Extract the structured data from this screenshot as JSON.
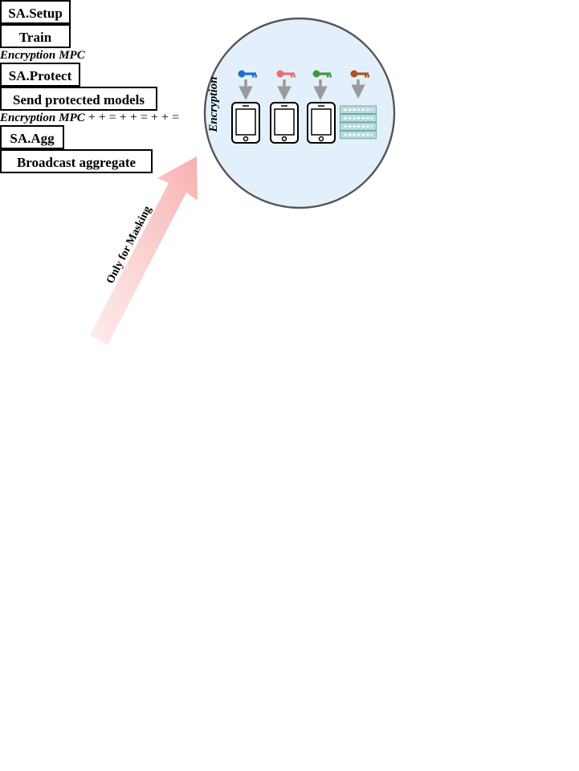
{
  "setup": {
    "title": "SA.Setup",
    "section_label": "Encryption"
  },
  "train": {
    "title": "Train"
  },
  "protect": {
    "title": "SA.Protect",
    "enc_label": "Encryption",
    "mpc_label": "MPC"
  },
  "send": {
    "title": "Send protected models"
  },
  "agg": {
    "title": "SA.Agg",
    "enc_label": "Encryption",
    "mpc_label": "MPC",
    "plus": "+",
    "equals": "="
  },
  "broadcast": {
    "title": "Broadcast aggregate"
  },
  "masking_note": "Only for Masking",
  "colors": {
    "circle_gray": "#e6e6e6",
    "enc_bg": "#e3f0fc",
    "mpc_bg": "#fbeee2",
    "arrow_red": "#e8141a",
    "blue": "#1f6fc9",
    "red": "#e8706a",
    "green": "#3c9c3c",
    "brown": "#a9561c",
    "orange_brain": "#c8741f",
    "cloud": "#cde3f7",
    "server": "#b9dcdc"
  }
}
